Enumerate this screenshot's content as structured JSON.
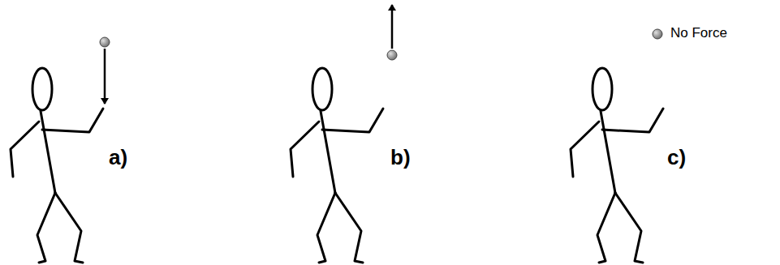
{
  "diagram": {
    "labels": [
      "a)",
      "b)",
      "c)",
      "No Force"
    ]
  }
}
